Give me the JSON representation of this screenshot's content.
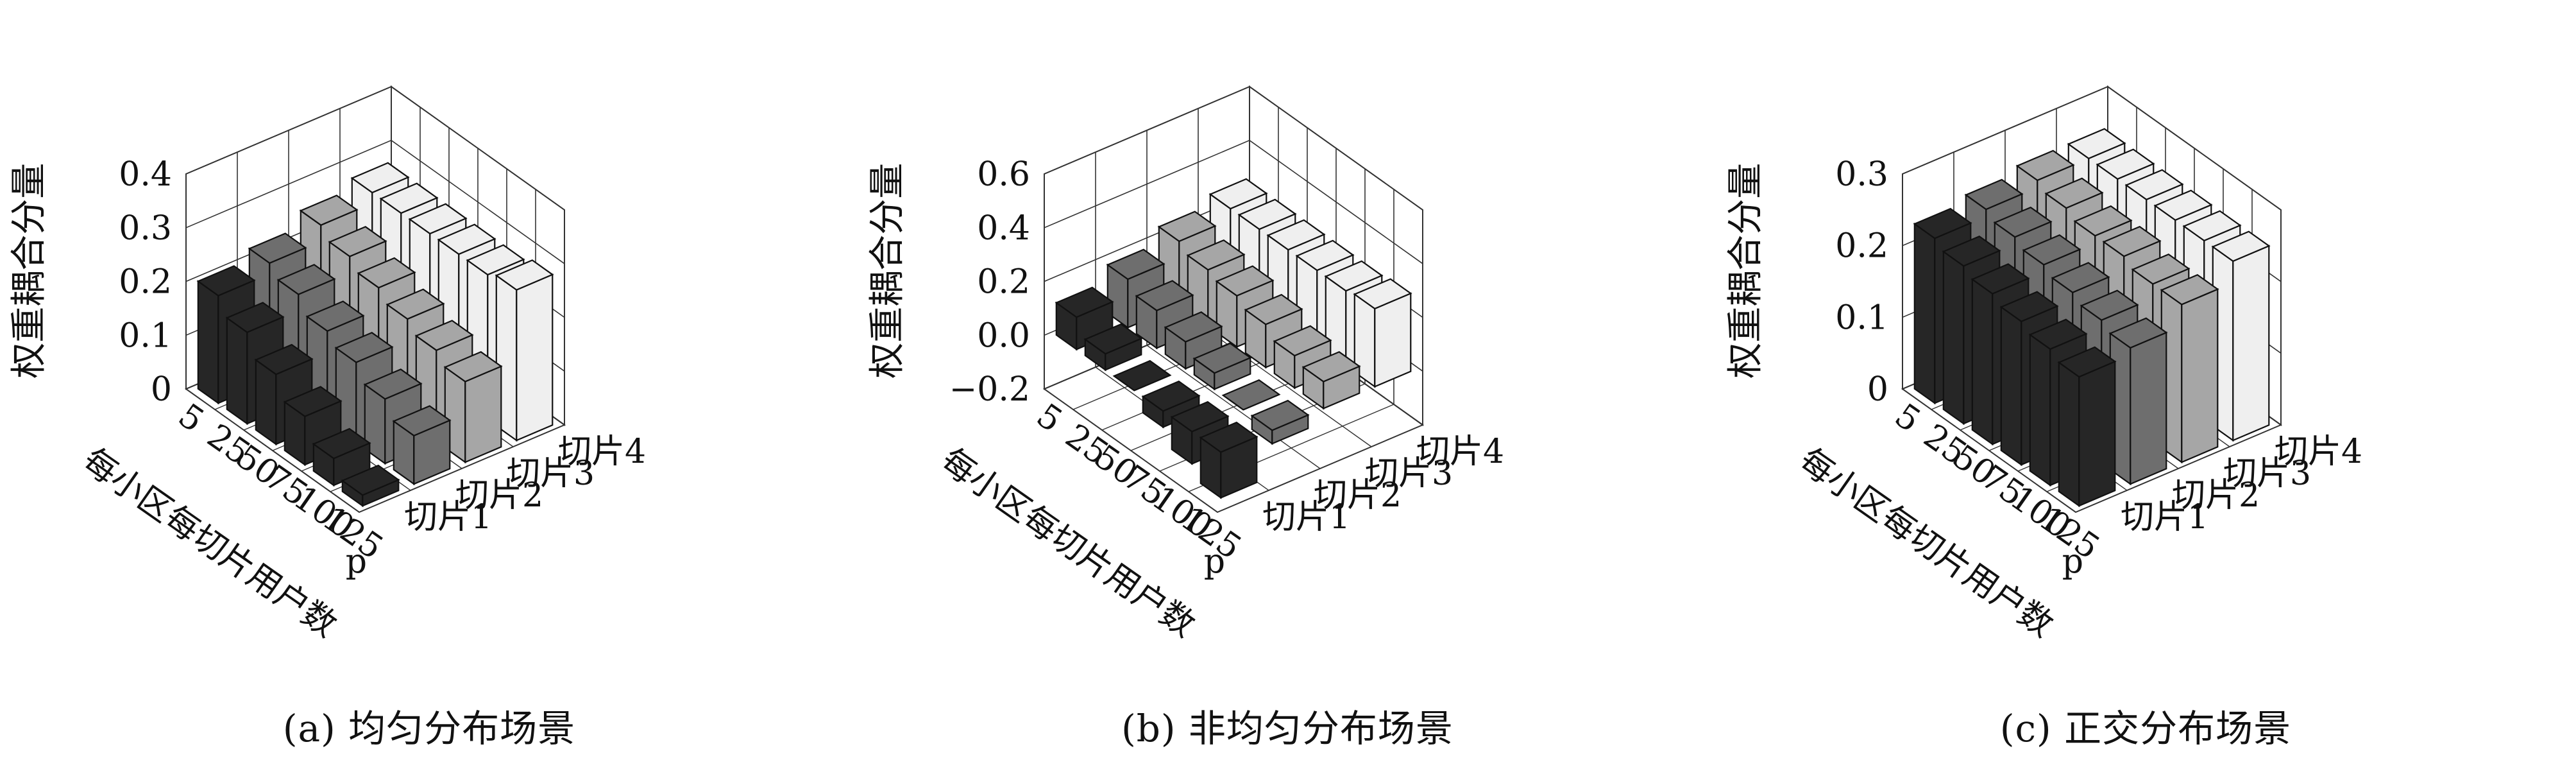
{
  "ylabel": "权重耦合分量",
  "depth_labels": [
    "切片1",
    "切片2",
    "切片3",
    "切片4"
  ],
  "depth_extra_label": "p",
  "row_axis_label": "每小区每切片用户数",
  "row_categories": [
    "5",
    "25",
    "50",
    "75",
    "100",
    "125"
  ],
  "colors": {
    "slice1": "#262626",
    "slice2": "#6e6e6e",
    "slice3": "#a6a6a6",
    "slice4": "#efefef",
    "edge": "#111111",
    "grid": "#333333"
  },
  "panels": [
    {
      "caption": "(a) 均匀分布场景",
      "chart_data": {
        "type": "bar3d",
        "categories": [
          "5",
          "25",
          "50",
          "75",
          "100",
          "125"
        ],
        "zlim": [
          0,
          0.4
        ],
        "zticks": [
          "0",
          "0.1",
          "0.2",
          "0.3",
          "0.4"
        ],
        "series": [
          {
            "name": "切片1",
            "values": [
              0.2,
              0.17,
              0.13,
              0.09,
              0.05,
              0.02
            ]
          },
          {
            "name": "切片2",
            "values": [
              0.22,
              0.2,
              0.17,
              0.15,
              0.12,
              0.09
            ]
          },
          {
            "name": "切片3",
            "values": [
              0.25,
              0.23,
              0.21,
              0.19,
              0.17,
              0.15
            ]
          },
          {
            "name": "切片4",
            "values": [
              0.27,
              0.27,
              0.27,
              0.27,
              0.27,
              0.28
            ]
          }
        ]
      }
    },
    {
      "caption": "(b) 非均匀分布场景",
      "chart_data": {
        "type": "bar3d",
        "categories": [
          "5",
          "25",
          "50",
          "75",
          "100",
          "125"
        ],
        "zlim": [
          -0.2,
          0.6
        ],
        "zticks": [
          "−0.2",
          "0.0",
          "0.2",
          "0.4",
          "0.6"
        ],
        "series": [
          {
            "name": "切片1",
            "values": [
              0.12,
              0.06,
              0.0,
              -0.06,
              -0.12,
              -0.17
            ]
          },
          {
            "name": "切片2",
            "values": [
              0.18,
              0.14,
              0.1,
              0.06,
              0.0,
              -0.05
            ]
          },
          {
            "name": "切片3",
            "values": [
              0.24,
              0.21,
              0.19,
              0.16,
              0.12,
              0.1
            ]
          },
          {
            "name": "切片4",
            "values": [
              0.28,
              0.28,
              0.28,
              0.28,
              0.28,
              0.29
            ]
          }
        ]
      }
    },
    {
      "caption": "(c) 正交分布场景",
      "chart_data": {
        "type": "bar3d",
        "categories": [
          "5",
          "25",
          "50",
          "75",
          "100",
          "125"
        ],
        "zlim": [
          0,
          0.3
        ],
        "zticks": [
          "0",
          "0.1",
          "0.2",
          "0.3"
        ],
        "series": [
          {
            "name": "切片1",
            "values": [
              0.23,
              0.22,
              0.21,
              0.2,
              0.19,
              0.18
            ]
          },
          {
            "name": "切片2",
            "values": [
              0.24,
              0.23,
              0.22,
              0.21,
              0.2,
              0.19
            ]
          },
          {
            "name": "切片3",
            "values": [
              0.25,
              0.24,
              0.23,
              0.23,
              0.22,
              0.22
            ]
          },
          {
            "name": "切片4",
            "values": [
              0.25,
              0.25,
              0.25,
              0.25,
              0.25,
              0.25
            ]
          }
        ]
      }
    }
  ]
}
